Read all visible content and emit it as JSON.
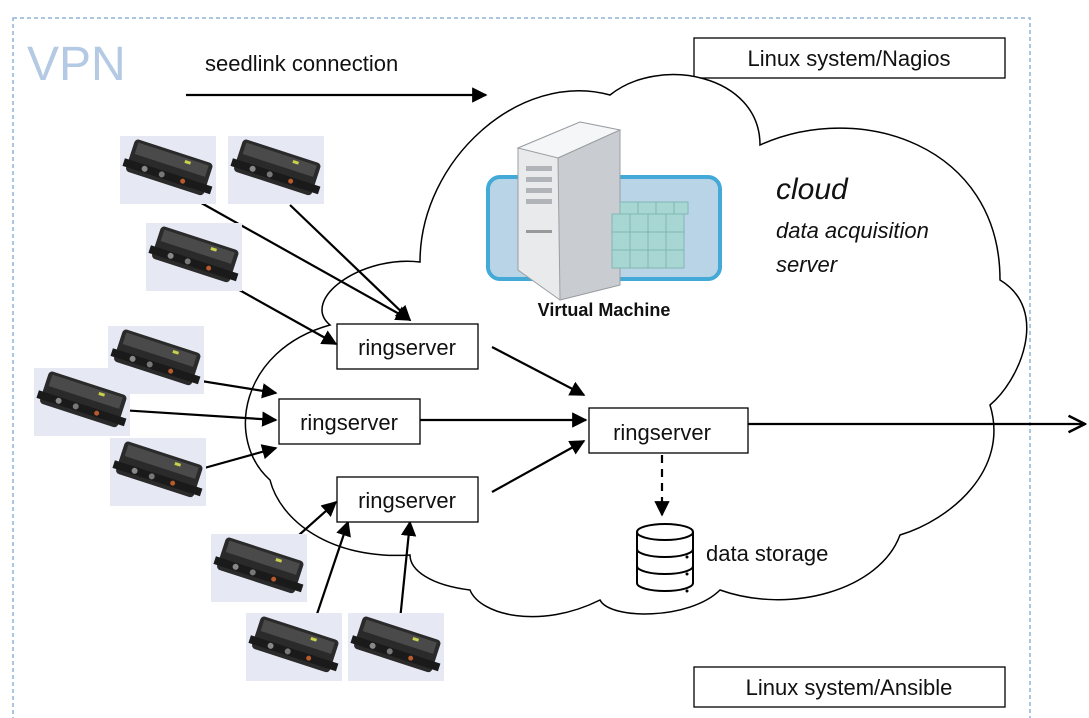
{
  "vpn_label": "VPN",
  "legend": {
    "seedlink_label": "seedlink connection"
  },
  "boxes": {
    "nagios": "Linux system/Nagios",
    "ansible": "Linux system/Ansible"
  },
  "cloud": {
    "title": "cloud",
    "subtitle_line1": "data acquisition",
    "subtitle_line2": "server"
  },
  "vm_label": "Virtual Machine",
  "ringservers": {
    "upper": "ringserver",
    "middle": "ringserver",
    "lower": "ringserver",
    "central": "ringserver"
  },
  "storage_label": "data storage",
  "colors": {
    "vpn_border": "#8fb4d9",
    "vpn_text": "#b4c9e3",
    "vm_accent": "#43a9d6",
    "cube": "#a8d6d3",
    "device": "#3b3b3b"
  }
}
